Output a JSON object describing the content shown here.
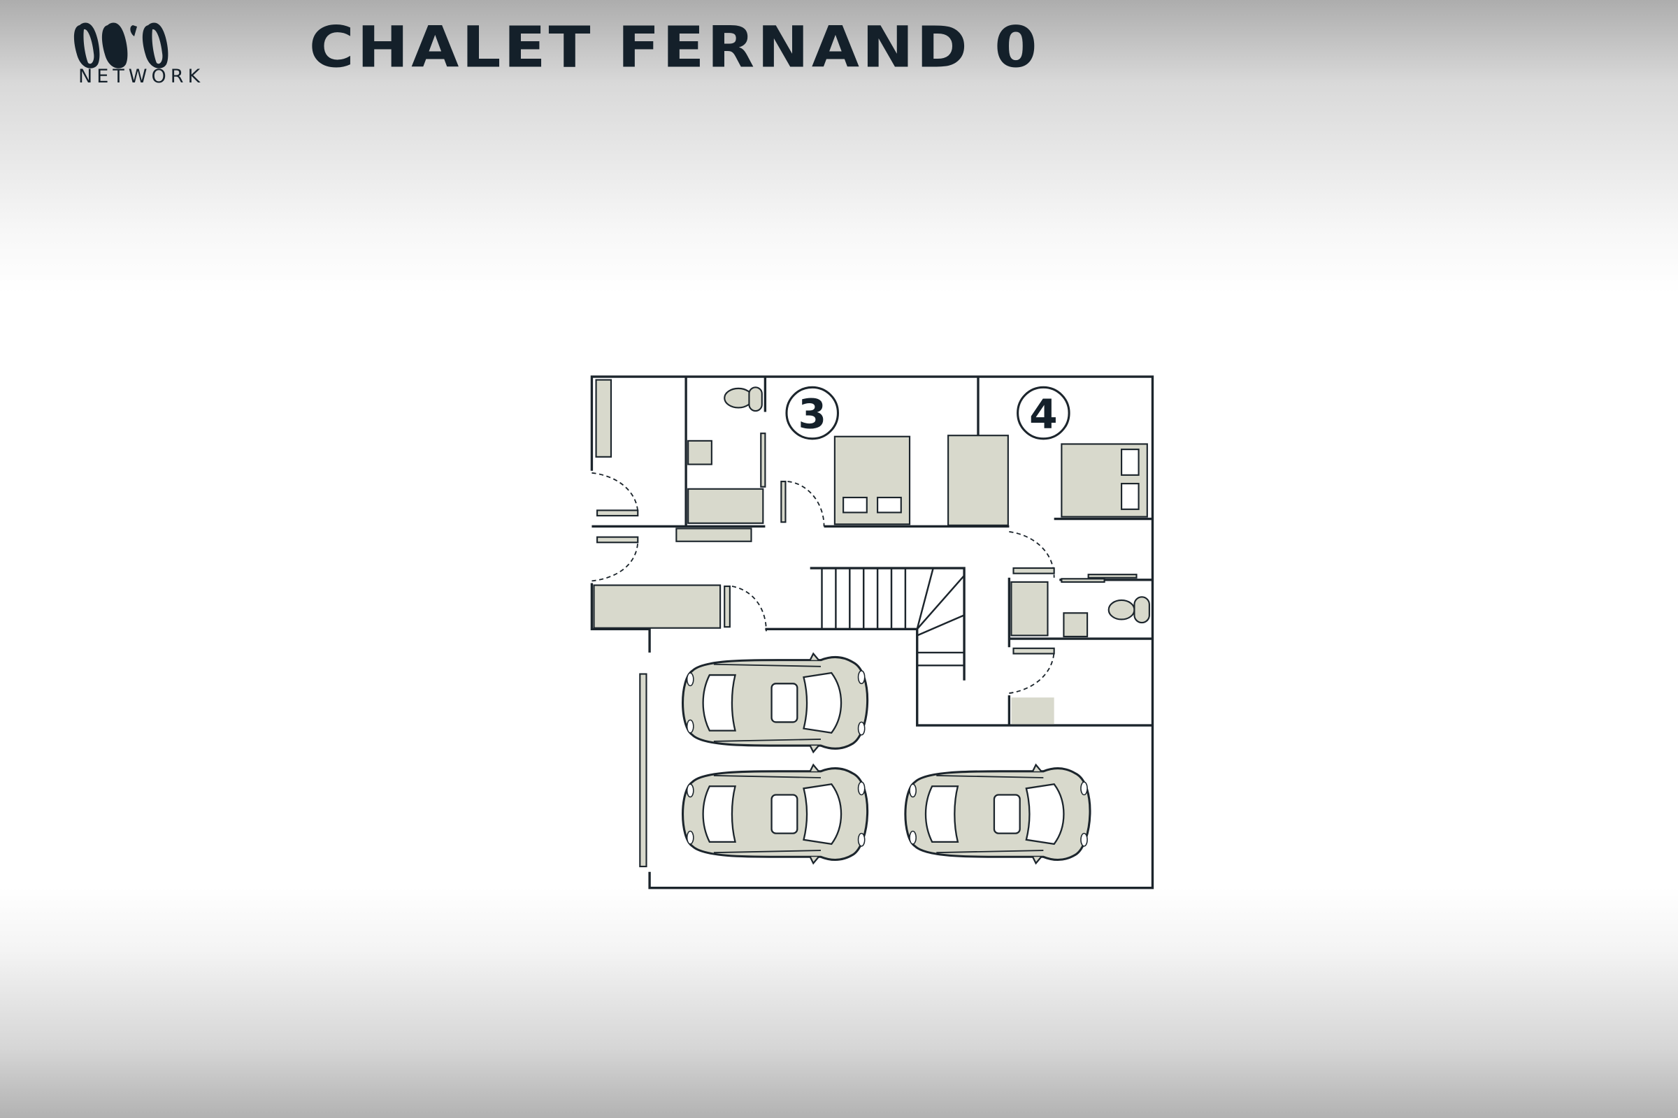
{
  "brand": {
    "logo_text": "NETWORK"
  },
  "header": {
    "title": "CHALET FERNAND 0"
  },
  "floorplan": {
    "room_labels": [
      "3",
      "4"
    ],
    "colors": {
      "wall": "#1c252c",
      "furniture": "#d8d9cc",
      "background": "#ffffff"
    }
  }
}
